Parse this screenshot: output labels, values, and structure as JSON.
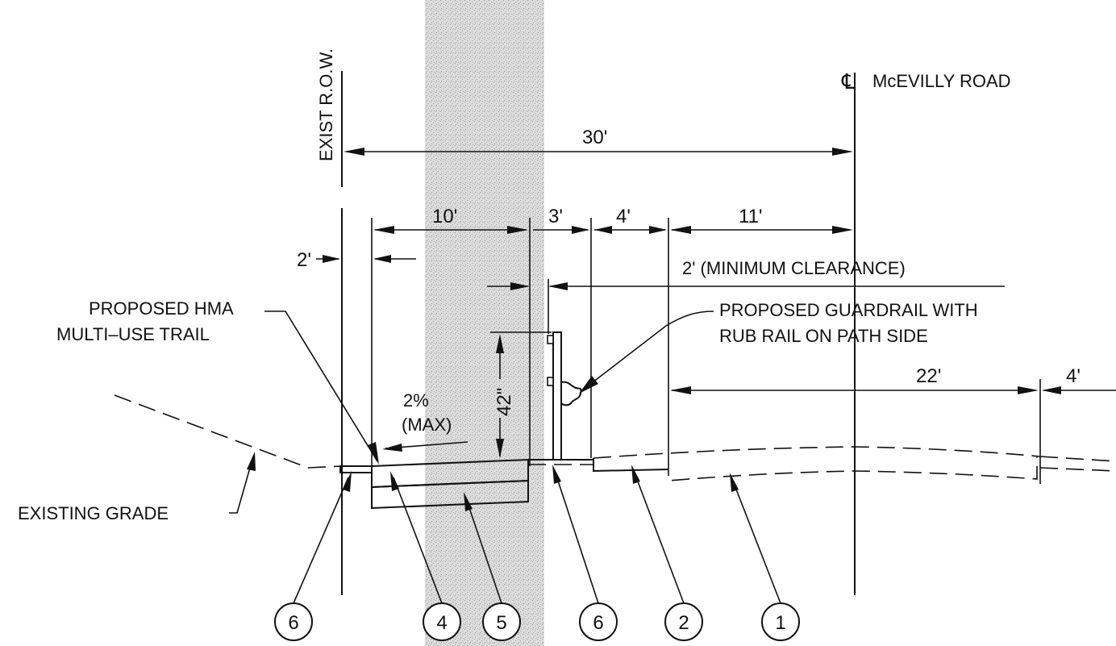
{
  "labels": {
    "row": "EXIST R.O.W.",
    "centerline_symbol": "℄",
    "road": "McEVILLY ROAD",
    "hma_line1": "PROPOSED HMA",
    "hma_line2": "MULTI–USE TRAIL",
    "guardrail_line1": "PROPOSED GUARDRAIL WITH",
    "guardrail_line2": "RUB RAIL ON PATH SIDE",
    "clearance": "2' (MINIMUM CLEARANCE)",
    "slope_pct": "2%",
    "slope_max": "(MAX)",
    "existing_grade": "EXISTING GRADE"
  },
  "dimensions": {
    "total": "30'",
    "offset_left": "2'",
    "trail": "10'",
    "buffer": "3'",
    "shoulder": "4'",
    "lane": "11'",
    "rail_height": "42\"",
    "pavement": "22'",
    "right_shoulder": "4'"
  },
  "callouts": [
    "6",
    "4",
    "5",
    "6",
    "2",
    "1"
  ],
  "colors": {
    "ink": "#111111",
    "shade": "#c8c8c8"
  }
}
